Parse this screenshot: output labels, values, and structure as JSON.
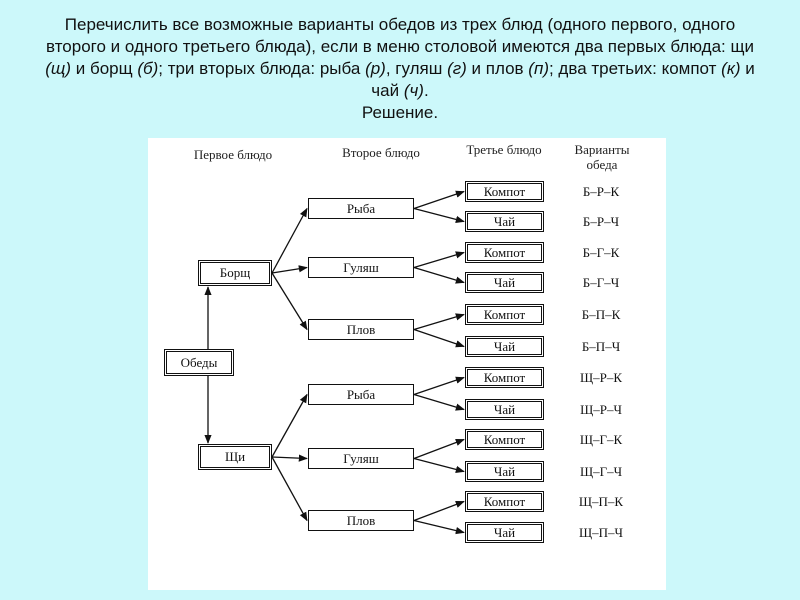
{
  "task": {
    "p1": "Перечислить все возможные варианты обедов из трех блюд (одного первого, одного второго и одного третьего блюда), если в меню столовой имеются два первых блюда: щи ",
    "shchi_abbr": "(щ)",
    "p2": " и борщ ",
    "borshch_abbr": "(б)",
    "p3": "; три вторых блюда: рыба ",
    "ryba_abbr": "(р)",
    "p4": ", гуляш ",
    "gulyash_abbr": "(г)",
    "p5": " и плов ",
    "plov_abbr": "(п)",
    "p6": "; два третьих: компот ",
    "kompot_abbr": "(к)",
    "p7": " и чай ",
    "chay_abbr": "(ч)",
    "p8": ".",
    "solution": "Решение."
  },
  "headers": {
    "first": "Первое блюдо",
    "second": "Второе блюдо",
    "third": "Третье блюдо",
    "variants": "Варианты обеда"
  },
  "root": "Обеды",
  "first_dishes": [
    "Борщ",
    "Щи"
  ],
  "second_dishes": [
    "Рыба",
    "Гуляш",
    "Плов",
    "Рыба",
    "Гуляш",
    "Плов"
  ],
  "third_dishes": [
    "Компот",
    "Чай",
    "Компот",
    "Чай",
    "Компот",
    "Чай",
    "Компот",
    "Чай",
    "Компот",
    "Чай",
    "Компот",
    "Чай"
  ],
  "variants": [
    "Б–Р–К",
    "Б–Р–Ч",
    "Б–Г–К",
    "Б–Г–Ч",
    "Б–П–К",
    "Б–П–Ч",
    "Щ–Р–К",
    "Щ–Р–Ч",
    "Щ–Г–К",
    "Щ–Г–Ч",
    "Щ–П–К",
    "Щ–П–Ч"
  ]
}
